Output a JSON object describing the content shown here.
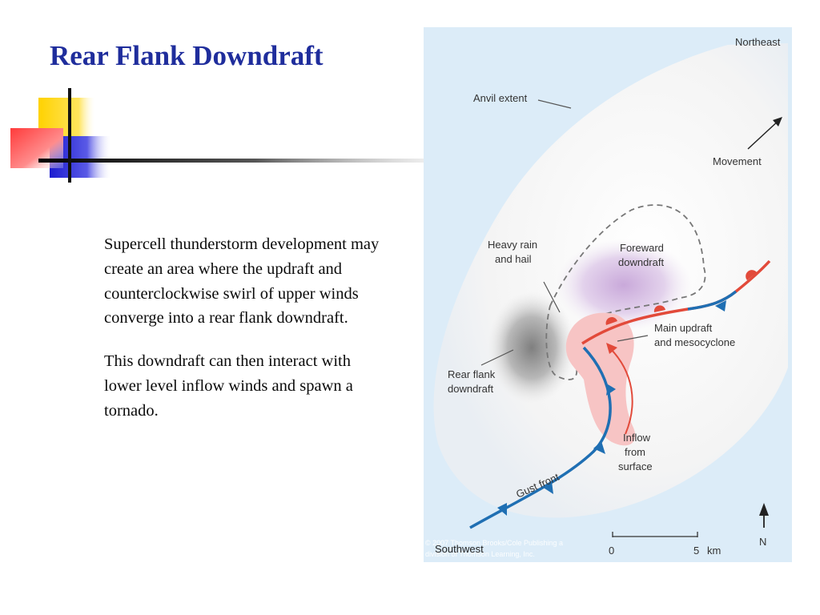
{
  "slide": {
    "title": "Rear Flank Downdraft",
    "paragraphs": [
      "Supercell thunderstorm development may create an area where the updraft and counterclockwise swirl of upper winds converge into a rear flank downdraft.",
      "This downdraft can then interact with lower level inflow winds and spawn a tornado."
    ]
  },
  "diagram": {
    "labels": {
      "northeast": "Northeast",
      "southwest": "Southwest",
      "anvil_extent": "Anvil extent",
      "movement": "Movement",
      "heavy_rain_1": "Heavy rain",
      "heavy_rain_2": "and hail",
      "forward_1": "Foreward",
      "forward_2": "downdraft",
      "main_updraft_1": "Main updraft",
      "main_updraft_2": "and mesocyclone",
      "rear_flank_1": "Rear flank",
      "rear_flank_2": "downdraft",
      "inflow_1": "Inflow",
      "inflow_2": "from",
      "inflow_3": "surface",
      "gust_front": "Gust front",
      "scale_zero": "0",
      "scale_five": "5",
      "scale_unit": "km",
      "north": "N",
      "copyright_1": "© 2007 Thomson Brooks/Cole Publishing a",
      "copyright_2": "division of Thomson Learning, Inc."
    },
    "colors": {
      "background": "#dcecf8",
      "anvil": "#f5f5f5",
      "forward_downdraft": "#d7bfe3",
      "rear_flank": "#8c8c8c",
      "updraft": "#f7c4c4",
      "warm_front": "#e24a3a",
      "cold_front": "#1f6fb3",
      "title": "#1f2d9c"
    },
    "icons": [
      "movement-arrow-icon",
      "north-arrow-icon",
      "scale-bar-icon"
    ]
  }
}
